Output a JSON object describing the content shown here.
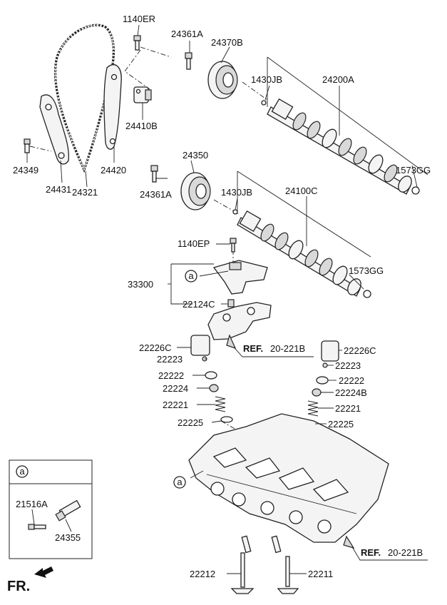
{
  "parts": {
    "p1140ER": "1140ER",
    "p24361A_top": "24361A",
    "p24370B": "24370B",
    "p1430JB_top": "1430JB",
    "p24200A": "24200A",
    "p24410B": "24410B",
    "p24349": "24349",
    "p24420": "24420",
    "p1573GG_top": "1573GG",
    "p24431": "24431",
    "p24321": "24321",
    "p24350": "24350",
    "p24361A_mid": "24361A",
    "p1430JB_mid": "1430JB",
    "p24100C": "24100C",
    "p1140EP": "1140EP",
    "p33300": "33300",
    "p1573GG_mid": "1573GG",
    "p22124C": "22124C",
    "p22226C_l": "22226C",
    "p22226C_r": "22226C",
    "p22223_l": "22223",
    "p22223_r": "22223",
    "p22222_l": "22222",
    "p22222_r": "22222",
    "p22224": "22224",
    "p22224B": "22224B",
    "p22221_l": "22221",
    "p22221_r": "22221",
    "p22225_l": "22225",
    "p22225_r": "22225",
    "p22212": "22212",
    "p22211": "22211",
    "p21516A": "21516A",
    "p24355": "24355"
  },
  "refs": {
    "ref1_bold": "REF.",
    "ref1_num": "20-221B",
    "ref2_bold": "REF.",
    "ref2_num": "20-221B"
  },
  "callouts": {
    "a_main": "a",
    "a_head": "a",
    "a_inset": "a"
  },
  "direction": {
    "front": "FR."
  }
}
